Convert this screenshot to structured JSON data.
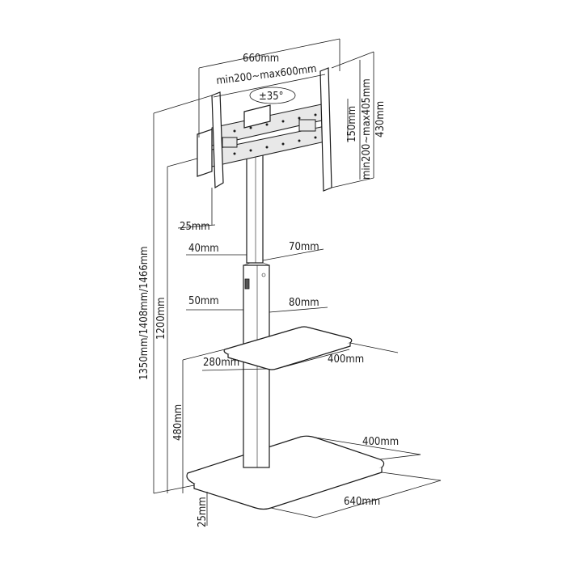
{
  "dimensions": {
    "bracket_width": "660mm",
    "vesa_horizontal": "min200~max600mm",
    "tilt": "±35°",
    "vertical_150": "150mm",
    "vesa_vertical": "min200~max405mm",
    "bracket_height": "430mm",
    "bracket_offset": "25mm",
    "pole_upper_left": "40mm",
    "pole_upper_right": "70mm",
    "pole_lower_left": "50mm",
    "pole_lower_right": "80mm",
    "total_height": "1350mm/1408mm/1466mm",
    "pole_height": "1200mm",
    "shelf_depth": "280mm",
    "shelf_width": "400mm",
    "shelf_height": "480mm",
    "base_depth": "400mm",
    "base_width": "640mm",
    "base_thickness": "25mm"
  }
}
